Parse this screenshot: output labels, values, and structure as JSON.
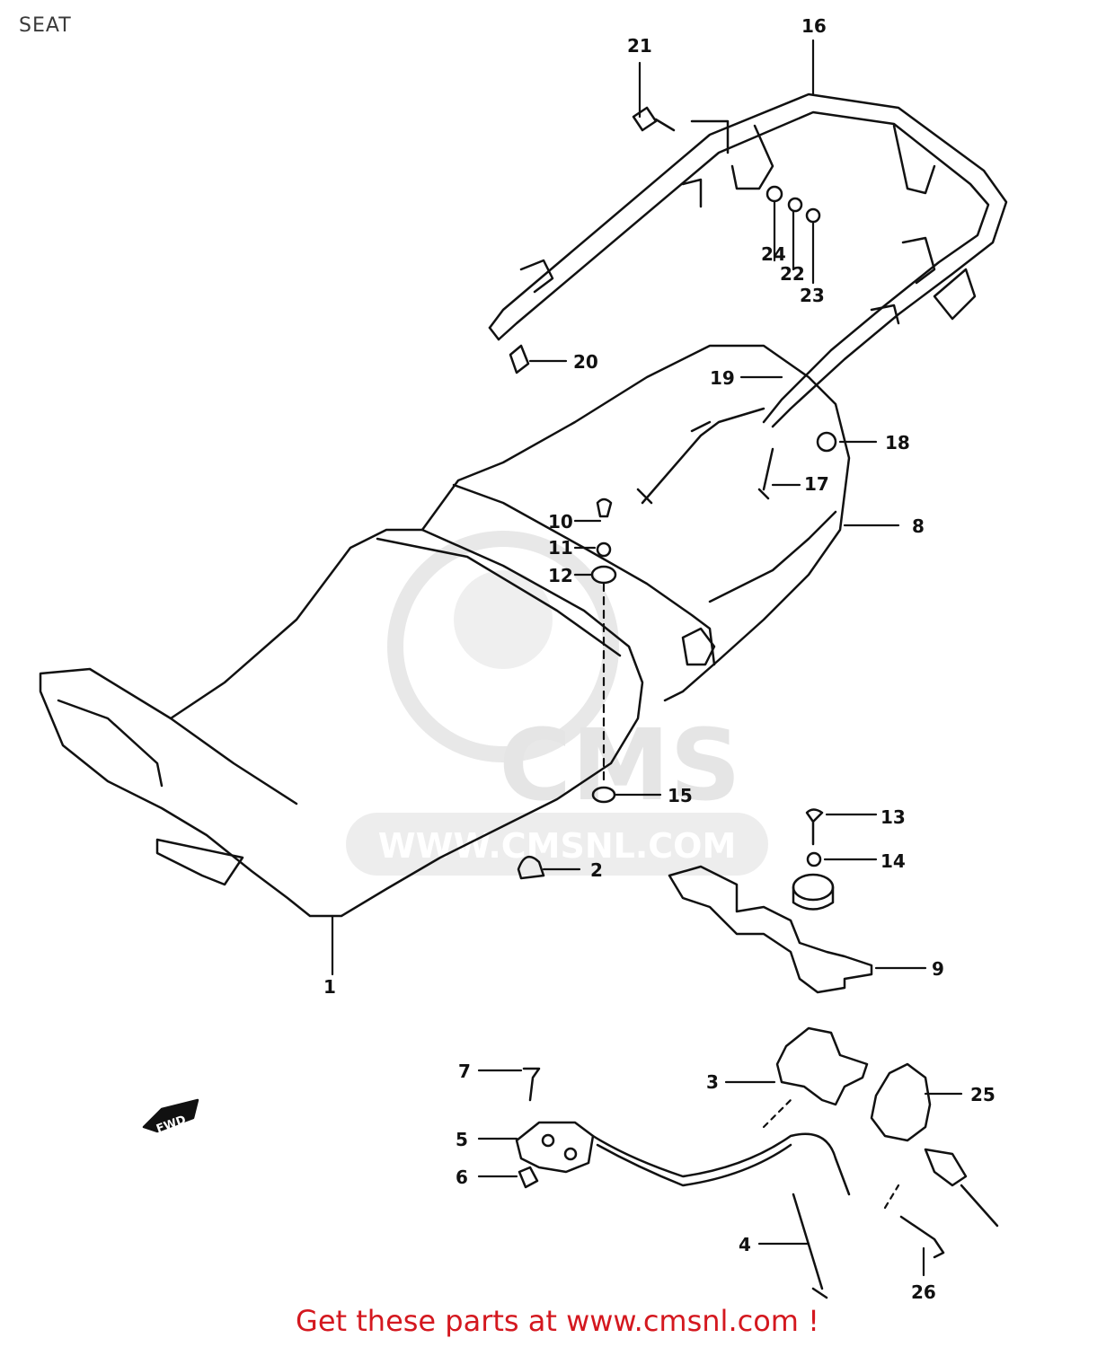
{
  "page": {
    "title": "SEAT",
    "footer_text": "Get these parts at www.cmsnl.com !"
  },
  "watermark": {
    "logo_text": "CMS",
    "url_text": "WWW.CMSNL.COM"
  },
  "orientation_marker": "FWD",
  "parts": [
    {
      "number": "1"
    },
    {
      "number": "2"
    },
    {
      "number": "3"
    },
    {
      "number": "4"
    },
    {
      "number": "5"
    },
    {
      "number": "6"
    },
    {
      "number": "7"
    },
    {
      "number": "8"
    },
    {
      "number": "9"
    },
    {
      "number": "10"
    },
    {
      "number": "11"
    },
    {
      "number": "12"
    },
    {
      "number": "13"
    },
    {
      "number": "14"
    },
    {
      "number": "15"
    },
    {
      "number": "16"
    },
    {
      "number": "17"
    },
    {
      "number": "18"
    },
    {
      "number": "19"
    },
    {
      "number": "20"
    },
    {
      "number": "21"
    },
    {
      "number": "22"
    },
    {
      "number": "23"
    },
    {
      "number": "24"
    },
    {
      "number": "25"
    },
    {
      "number": "26"
    }
  ],
  "colors": {
    "line": "#111111",
    "watermark": "#e6e6e6",
    "footer": "#d4181f"
  }
}
